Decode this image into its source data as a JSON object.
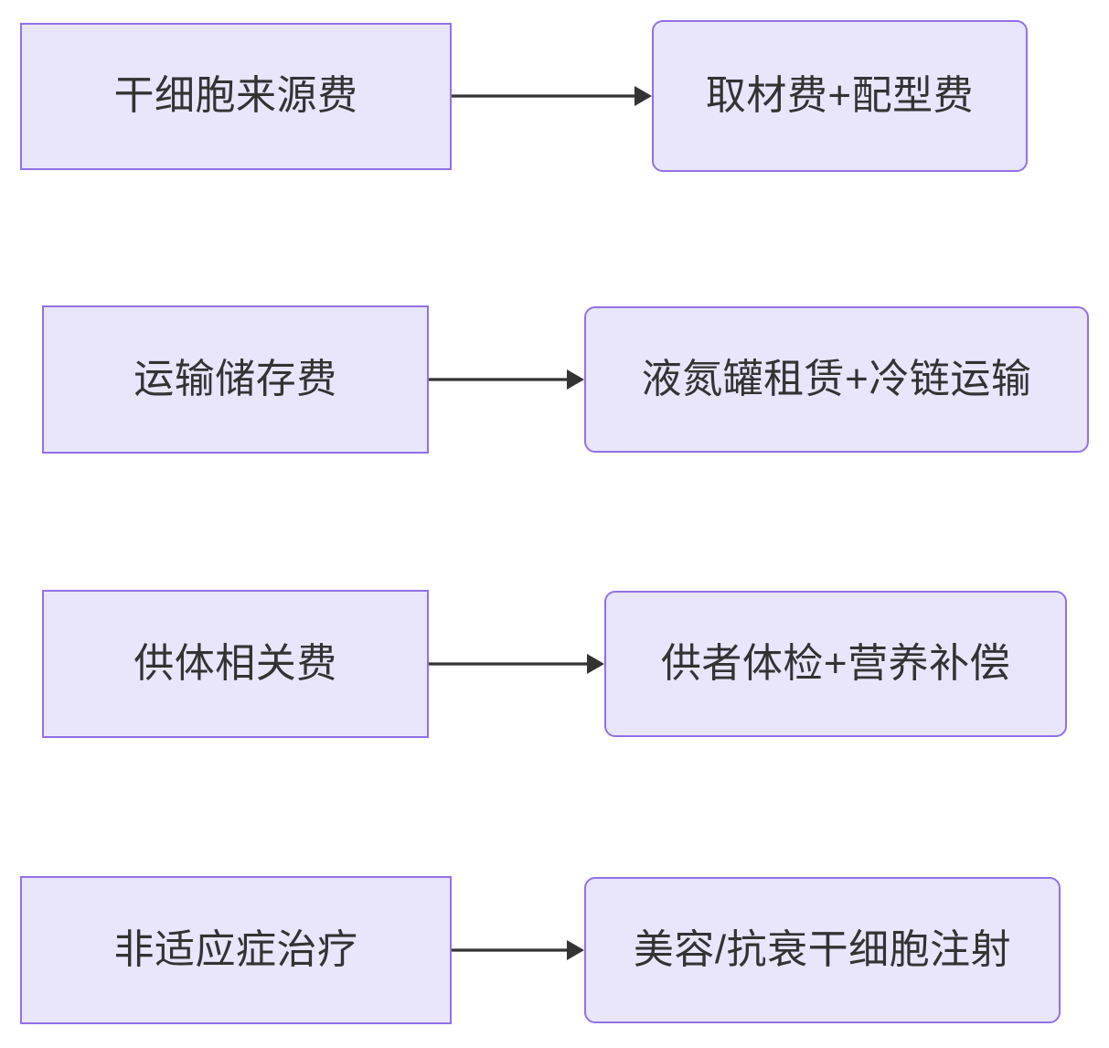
{
  "diagram": {
    "type": "flowchart",
    "direction": "left-to-right",
    "background_color": "#ffffff",
    "node_fill_color": "#e9e5fb",
    "node_border_color": "#9370e6",
    "node_text_color": "#333333",
    "edge_color": "#333333",
    "rows": [
      {
        "source": {
          "label": "干细胞来源费",
          "shape": "rectangle"
        },
        "target": {
          "label": "取材费+配型费",
          "shape": "rounded-rectangle"
        }
      },
      {
        "source": {
          "label": "运输储存费",
          "shape": "rectangle"
        },
        "target": {
          "label": "液氮罐租赁+冷链运输",
          "shape": "rounded-rectangle"
        }
      },
      {
        "source": {
          "label": "供体相关费",
          "shape": "rectangle"
        },
        "target": {
          "label": "供者体检+营养补偿",
          "shape": "rounded-rectangle"
        }
      },
      {
        "source": {
          "label": "非适应症治疗",
          "shape": "rectangle"
        },
        "target": {
          "label": "美容/抗衰干细胞注射",
          "shape": "rounded-rectangle"
        }
      }
    ]
  }
}
